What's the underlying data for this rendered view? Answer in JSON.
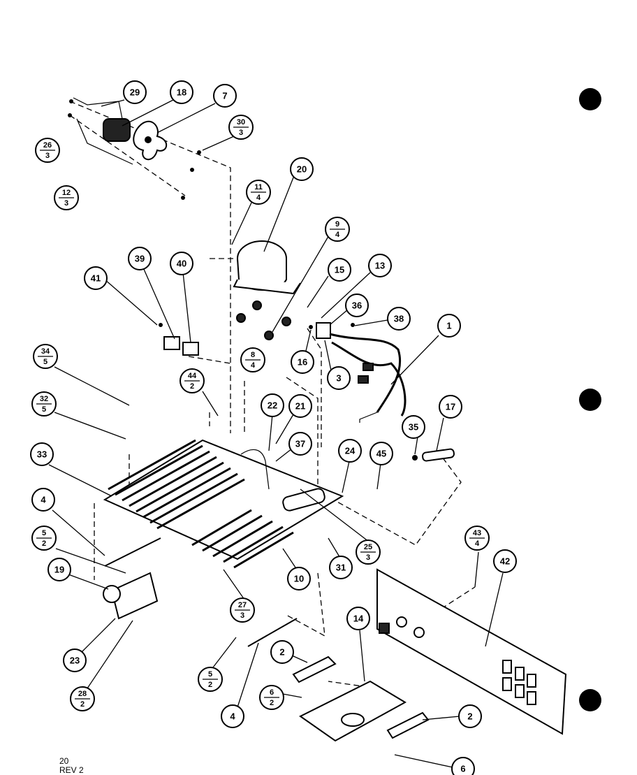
{
  "diagram": {
    "callouts": [
      {
        "id": "c29",
        "top": "29",
        "bottom": ""
      },
      {
        "id": "c18",
        "top": "18",
        "bottom": ""
      },
      {
        "id": "c7",
        "top": "7",
        "bottom": ""
      },
      {
        "id": "c26",
        "top": "26",
        "bottom": "3"
      },
      {
        "id": "c30",
        "top": "30",
        "bottom": "3"
      },
      {
        "id": "c12",
        "top": "12",
        "bottom": "3"
      },
      {
        "id": "c20",
        "top": "20",
        "bottom": ""
      },
      {
        "id": "c11",
        "top": "11",
        "bottom": "4"
      },
      {
        "id": "c9",
        "top": "9",
        "bottom": "4"
      },
      {
        "id": "c39",
        "top": "39",
        "bottom": ""
      },
      {
        "id": "c40",
        "top": "40",
        "bottom": ""
      },
      {
        "id": "c41",
        "top": "41",
        "bottom": ""
      },
      {
        "id": "c15",
        "top": "15",
        "bottom": ""
      },
      {
        "id": "c13",
        "top": "13",
        "bottom": ""
      },
      {
        "id": "c36",
        "top": "36",
        "bottom": ""
      },
      {
        "id": "c38",
        "top": "38",
        "bottom": ""
      },
      {
        "id": "c1",
        "top": "1",
        "bottom": ""
      },
      {
        "id": "c8",
        "top": "8",
        "bottom": "4"
      },
      {
        "id": "c16",
        "top": "16",
        "bottom": ""
      },
      {
        "id": "c3",
        "top": "3",
        "bottom": ""
      },
      {
        "id": "c34",
        "top": "34",
        "bottom": "5"
      },
      {
        "id": "c44",
        "top": "44",
        "bottom": "2"
      },
      {
        "id": "c32",
        "top": "32",
        "bottom": "5"
      },
      {
        "id": "c22",
        "top": "22",
        "bottom": ""
      },
      {
        "id": "c21",
        "top": "21",
        "bottom": ""
      },
      {
        "id": "c17",
        "top": "17",
        "bottom": ""
      },
      {
        "id": "c35",
        "top": "35",
        "bottom": ""
      },
      {
        "id": "c37",
        "top": "37",
        "bottom": ""
      },
      {
        "id": "c33",
        "top": "33",
        "bottom": ""
      },
      {
        "id": "c24",
        "top": "24",
        "bottom": ""
      },
      {
        "id": "c45",
        "top": "45",
        "bottom": ""
      },
      {
        "id": "c4a",
        "top": "4",
        "bottom": ""
      },
      {
        "id": "c25",
        "top": "25",
        "bottom": "3"
      },
      {
        "id": "c5a",
        "top": "5",
        "bottom": "2"
      },
      {
        "id": "c43",
        "top": "43",
        "bottom": "4"
      },
      {
        "id": "c42",
        "top": "42",
        "bottom": ""
      },
      {
        "id": "c31",
        "top": "31",
        "bottom": ""
      },
      {
        "id": "c19",
        "top": "19",
        "bottom": ""
      },
      {
        "id": "c10",
        "top": "10",
        "bottom": ""
      },
      {
        "id": "c27",
        "top": "27",
        "bottom": "3"
      },
      {
        "id": "c14",
        "top": "14",
        "bottom": ""
      },
      {
        "id": "c23",
        "top": "23",
        "bottom": ""
      },
      {
        "id": "c2a",
        "top": "2",
        "bottom": ""
      },
      {
        "id": "c5b",
        "top": "5",
        "bottom": "2"
      },
      {
        "id": "c28",
        "top": "28",
        "bottom": "2"
      },
      {
        "id": "c6a",
        "top": "6",
        "bottom": "2"
      },
      {
        "id": "c4b",
        "top": "4",
        "bottom": ""
      },
      {
        "id": "c2b",
        "top": "2",
        "bottom": ""
      },
      {
        "id": "c6b",
        "top": "6",
        "bottom": ""
      }
    ],
    "footer_line1": "20",
    "footer_line2": "REV 2"
  }
}
